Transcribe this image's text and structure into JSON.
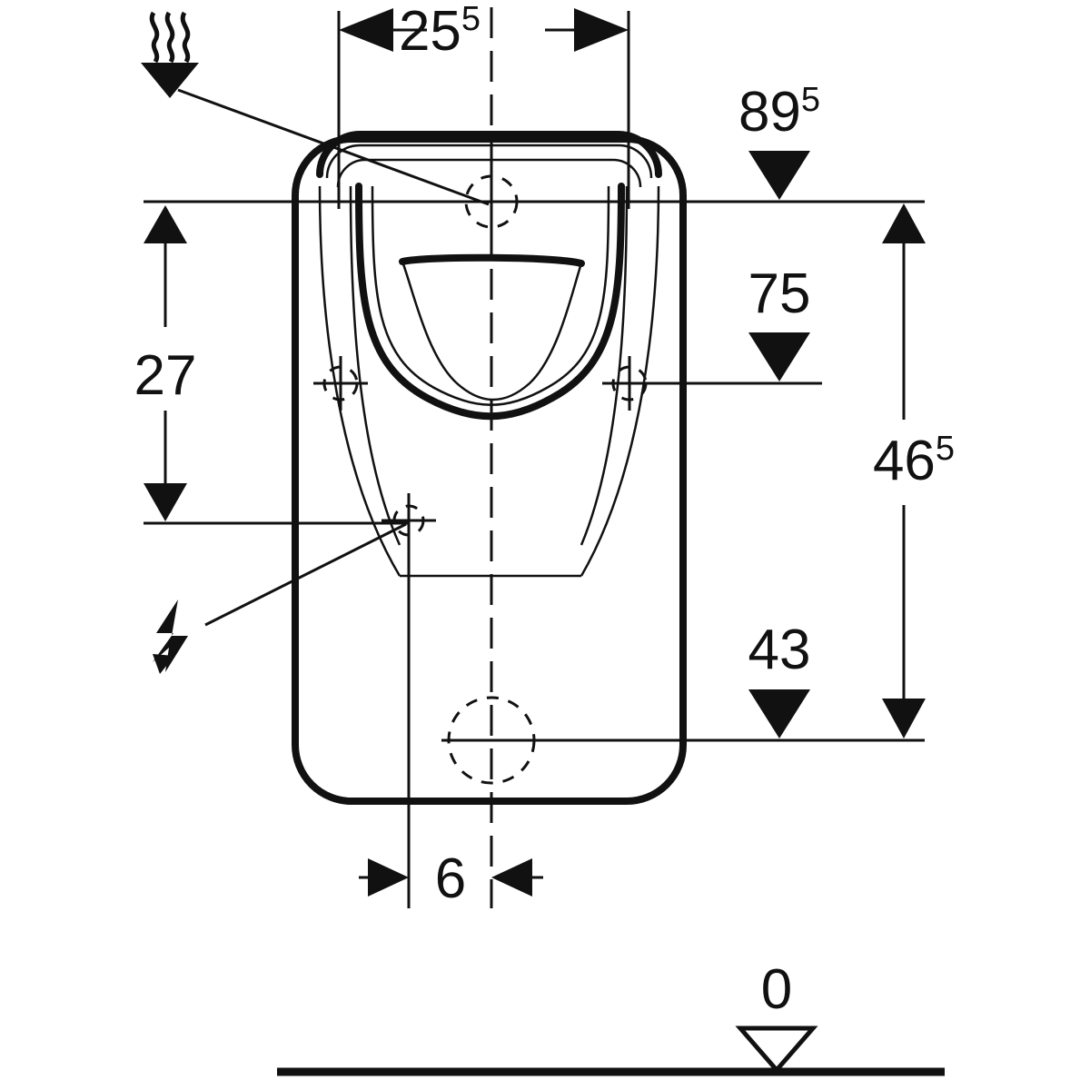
{
  "drawing": {
    "title": "Urinal technical dimension drawing",
    "units_note": "",
    "line_color": "#111111",
    "background": "#ffffff"
  },
  "dimensions": {
    "width_top": {
      "value": "25",
      "sup": "5",
      "name": "overall-width"
    },
    "height_left": {
      "value": "27",
      "sup": "",
      "name": "bowl-height"
    },
    "water_inlet": {
      "value": "89",
      "sup": "5",
      "name": "water-inlet-height"
    },
    "fixing_holes": {
      "value": "75",
      "sup": "",
      "name": "fixing-hole-height"
    },
    "outlet_center": {
      "value": "46",
      "sup": "5",
      "name": "outlet-center-height"
    },
    "drain_level": {
      "value": "43",
      "sup": "",
      "name": "drain-height"
    },
    "electric_offset": {
      "value": "6",
      "sup": "",
      "name": "electrical-offset"
    },
    "floor_datum": {
      "value": "0",
      "sup": "",
      "name": "floor-datum"
    }
  },
  "symbols": {
    "water_supply": {
      "label": "water-supply-symbol",
      "glyph": "wavy-lines-triangle"
    },
    "electrical_supply": {
      "label": "electrical-supply-symbol",
      "glyph": "lightning-bolt"
    },
    "floor_level": {
      "label": "floor-level-marker",
      "glyph": "hollow-triangle"
    },
    "level_marker": {
      "label": "level-marker",
      "glyph": "filled-triangle"
    }
  },
  "features": {
    "body": "urinal-body-outline",
    "bowl": "urinal-bowl-inner",
    "inlet_hole": "water-inlet-hole",
    "left_fixing_hole": "left-fixing-hole",
    "right_fixing_hole": "right-fixing-hole",
    "electrical_point": "electrical-connection-point",
    "drain_hole": "drain-outlet-hole",
    "centerline": "vertical-centerline",
    "floor_line": "floor-line"
  }
}
